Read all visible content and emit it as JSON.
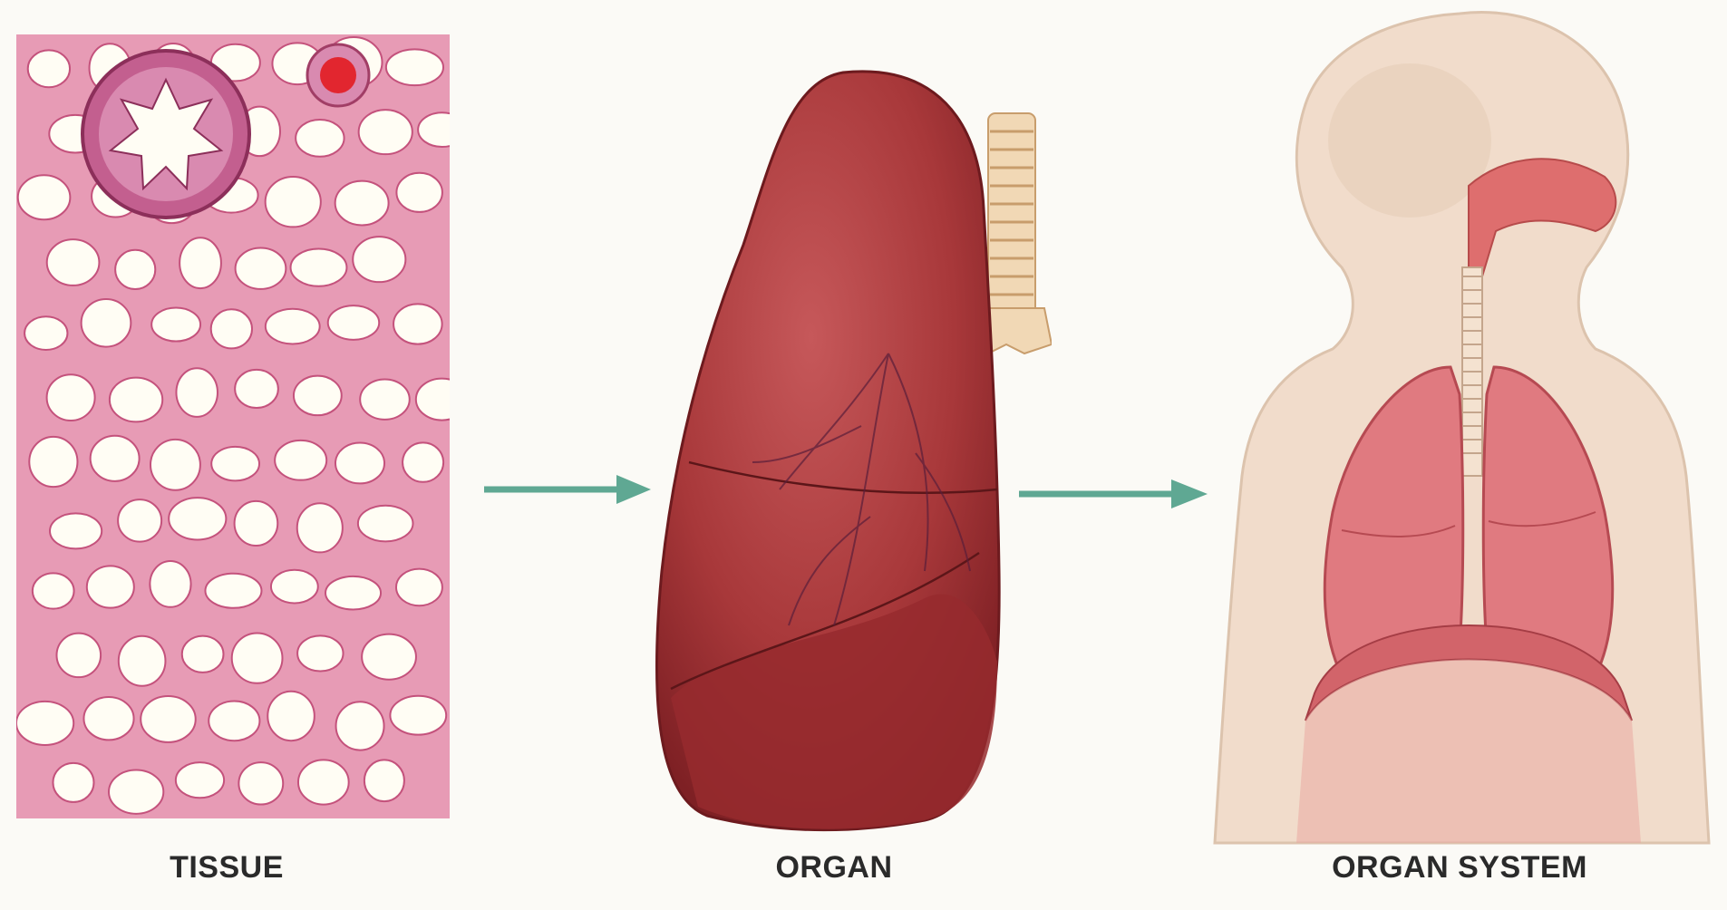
{
  "labels": {
    "tissue": "TISSUE",
    "organ": "ORGAN",
    "organ_system": "ORGAN SYSTEM"
  },
  "colors": {
    "background": "#fbfaf6",
    "tissue_wall": "#d9769a",
    "alveolus_fill": "#fffdf4",
    "lung": "#a8383a",
    "lung_dark": "#7e2024",
    "trachea": "#f1d8b5",
    "skin": "#f1dccb",
    "arrow": "#5fa893"
  },
  "icons": [
    "tissue-illustration",
    "lung-organ-illustration",
    "respiratory-system-illustration",
    "arrow-right-icon"
  ]
}
